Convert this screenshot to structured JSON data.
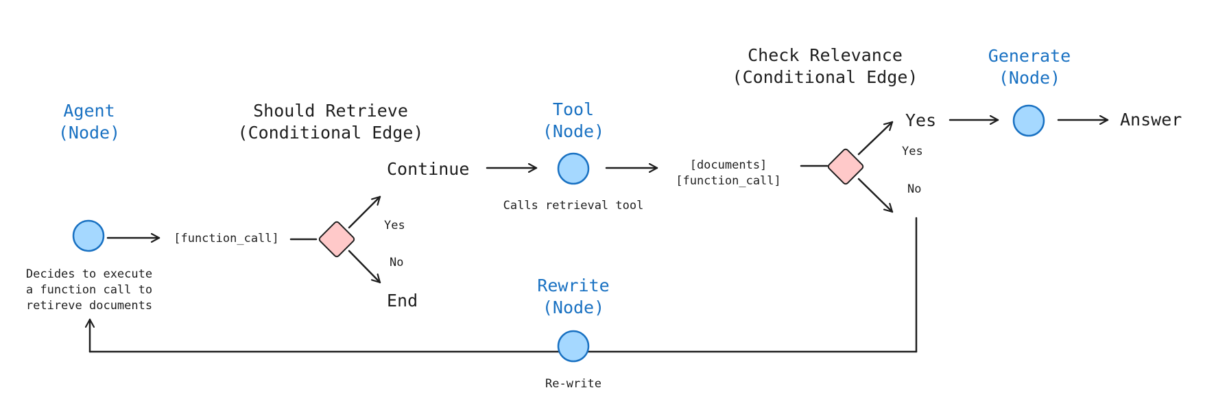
{
  "agent": {
    "title_line1": "Agent",
    "title_line2": "(Node)",
    "description": [
      "Decides to execute",
      "a function call to",
      "retireve documents"
    ]
  },
  "agent_output": "[function_call]",
  "should_retrieve": {
    "title_line1": "Should Retrieve",
    "title_line2": "(Conditional Edge)",
    "yes_label": "Yes",
    "no_label": "No",
    "continue_label": "Continue",
    "end_label": "End"
  },
  "tool": {
    "title_line1": "Tool",
    "title_line2": "(Node)",
    "description": "Calls retrieval tool"
  },
  "tool_output": {
    "line1": "[documents]",
    "line2": "[function_call]"
  },
  "check_relevance": {
    "title_line1": "Check Relevance",
    "title_line2": "(Conditional Edge)",
    "yes_label": "Yes",
    "no_label": "No",
    "yes_branch": "Yes"
  },
  "generate": {
    "title_line1": "Generate",
    "title_line2": "(Node)"
  },
  "answer_label": "Answer",
  "rewrite": {
    "title_line1": "Rewrite",
    "title_line2": "(Node)",
    "description": "Re-write"
  },
  "colors": {
    "node_fill": "#a5d8ff",
    "node_stroke": "#1971c2",
    "diamond_fill": "#ffc9c9",
    "text": "#1e1e1e",
    "node_text": "#1971c2"
  }
}
